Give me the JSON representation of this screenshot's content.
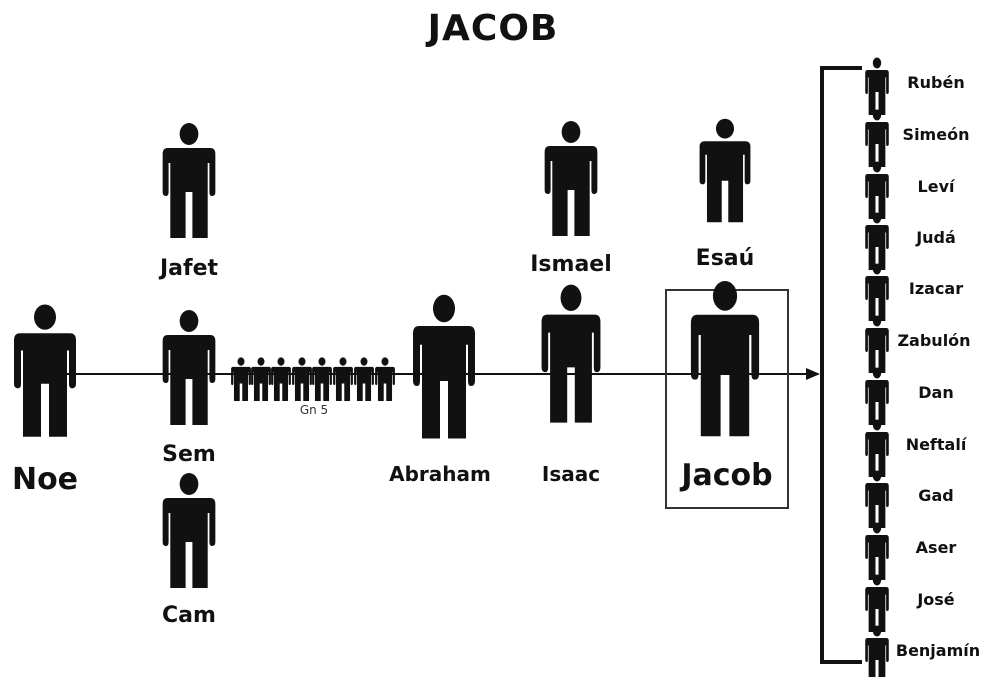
{
  "title": "JACOB",
  "people": {
    "noe": "Noe",
    "jafet": "Jafet",
    "sem": "Sem",
    "cam": "Cam",
    "generations": "Gn 5",
    "abraham": "Abraham",
    "ismael": "Ismael",
    "isaac": "Isaac",
    "esau": "Esaú",
    "jacob": "Jacob"
  },
  "sons": [
    "Rubén",
    "Simeón",
    "Leví",
    "Judá",
    "Izacar",
    "Zabulón",
    "Dan",
    "Neftalí",
    "Gad",
    "Aser",
    "José",
    "Benjamín"
  ],
  "colors": {
    "figure": "#111111",
    "line": "#111111",
    "highlight_border": "#333333"
  }
}
